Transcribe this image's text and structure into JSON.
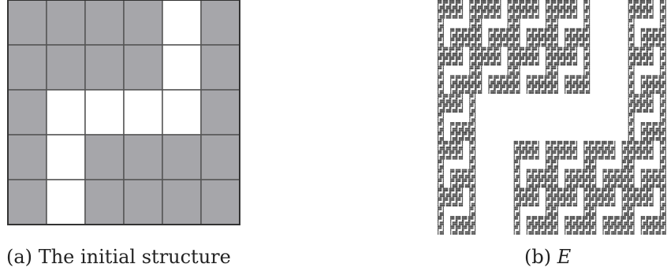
{
  "panel_a": {
    "caption_prefix": "(a)",
    "caption_text": "The initial structure",
    "grid": [
      [
        1,
        1,
        1,
        1,
        0,
        1
      ],
      [
        1,
        1,
        1,
        1,
        0,
        1
      ],
      [
        1,
        0,
        0,
        0,
        0,
        1
      ],
      [
        1,
        0,
        1,
        1,
        1,
        1
      ],
      [
        1,
        0,
        1,
        1,
        1,
        1
      ]
    ],
    "colors": {
      "filled": "#a6a6aa",
      "empty": "#ffffff",
      "line": "#555555"
    }
  },
  "panel_b": {
    "caption_prefix": "(b)",
    "caption_symbol": "E",
    "colors": {
      "ink": "#4a4a4a",
      "paper": "#ffffff"
    }
  }
}
